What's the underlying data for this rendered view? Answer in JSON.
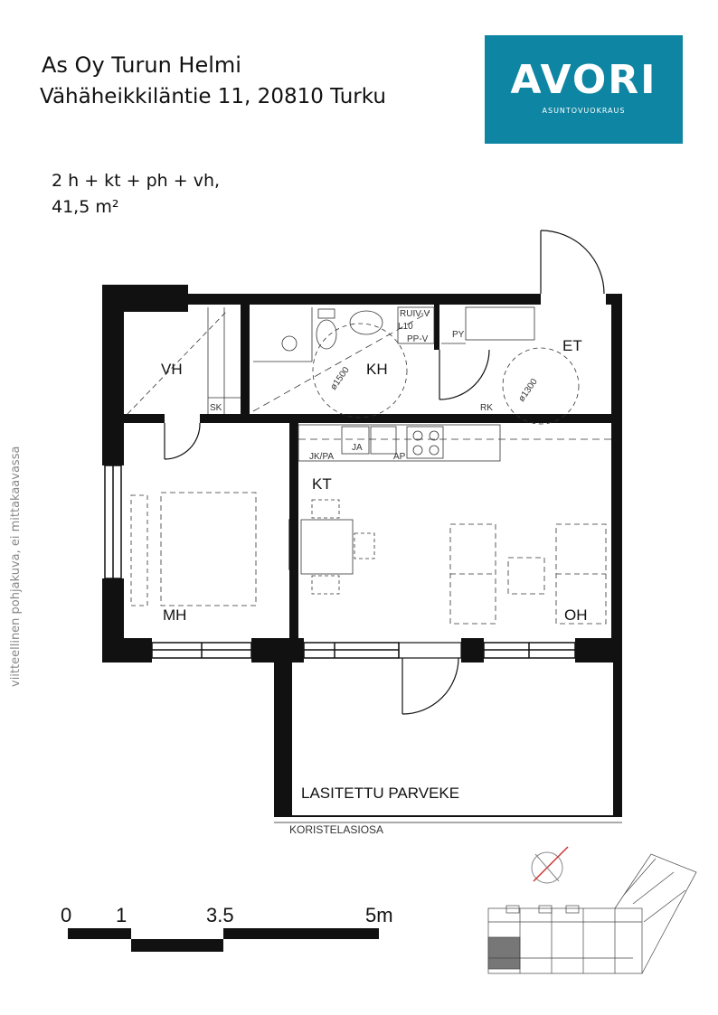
{
  "header": {
    "title": "As Oy Turun Helmi",
    "address": "Vähäheikkiläntie 11, 20810 Turku"
  },
  "apartment": {
    "rooms": "2 h + kt + ph + vh,",
    "area": "41,5 m²"
  },
  "logo": {
    "brand": "AVORI",
    "tagline": "ASUNTOVUOKRAUS",
    "color": "#0d85a3"
  },
  "side_note": "viitteellinen pohjakuva, ei mittakaavassa",
  "plan": {
    "labels": {
      "vh": "VH",
      "kh": "KH",
      "et": "ET",
      "kt": "KT",
      "mh": "MH",
      "oh": "OH",
      "balcony": "LASITETTU PARVEKE",
      "koristelasi": "KORISTELASIOSA",
      "sk": "SK",
      "py": "PY",
      "rk": "RK",
      "jkpa": "JK/PA",
      "ja": "JA",
      "ap": "AP",
      "kh_dia": "ø1500",
      "et_dia": "ø1300",
      "ruiv": "RUIV-V",
      "l10": "L10",
      "ppv": "PP-V"
    }
  },
  "scale": {
    "ticks": [
      "0",
      "1",
      "3.5",
      "5m"
    ]
  }
}
